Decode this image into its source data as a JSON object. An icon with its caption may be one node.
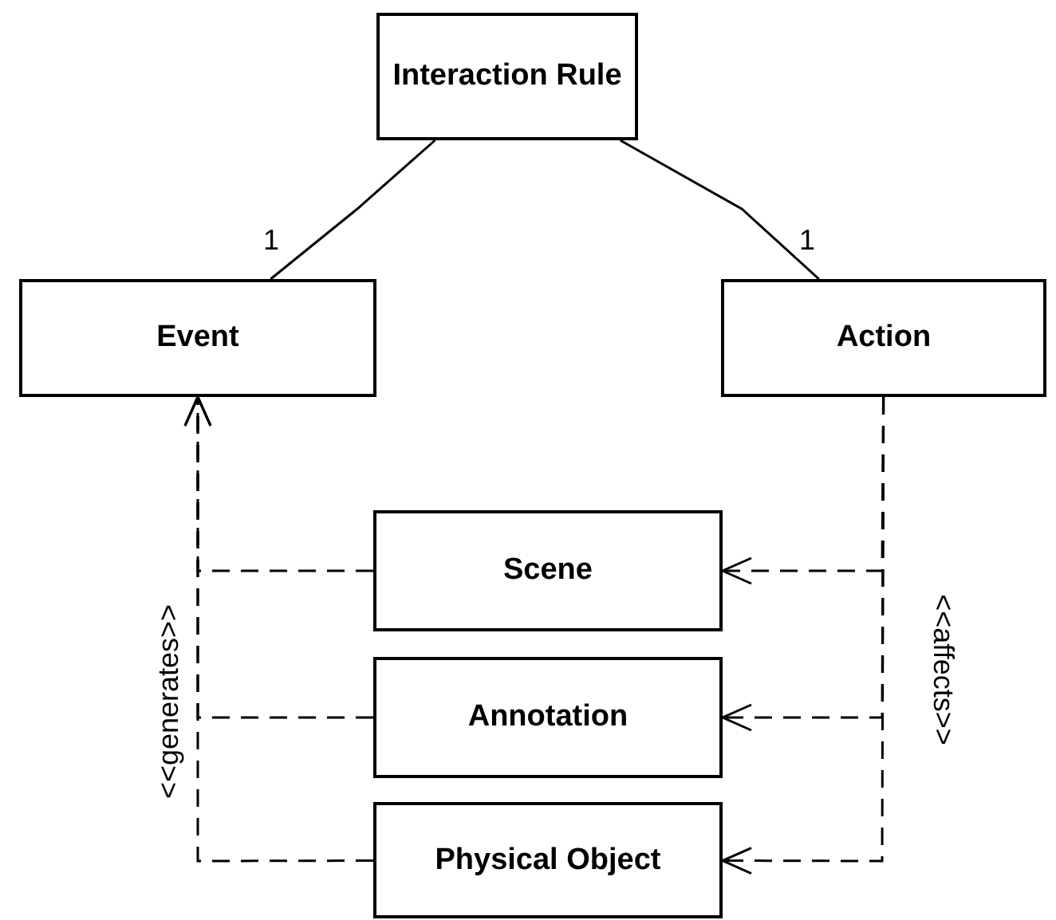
{
  "diagram": {
    "nodes": [
      {
        "text": [
          "Interaction Rule"
        ]
      },
      {
        "text": [
          "Event"
        ]
      },
      {
        "text": [
          "Action"
        ]
      },
      {
        "text": [
          "Scene"
        ]
      },
      {
        "text": [
          "Annotation"
        ]
      },
      {
        "text": [
          "Physical Object"
        ]
      }
    ],
    "edges": [
      {
        "from": 0,
        "to": 1,
        "arrow": "none",
        "label": "1"
      },
      {
        "from": 0,
        "to": 2,
        "arrow": "none",
        "label": "1"
      },
      {
        "from": 3,
        "to": 1,
        "arrow": "to",
        "style": "dashed"
      },
      {
        "from": 4,
        "to": 1,
        "arrow": "to",
        "style": "dashed"
      },
      {
        "from": 5,
        "to": 1,
        "arrow": "to",
        "style": "dashed"
      },
      {
        "from": 2,
        "to": 3,
        "arrow": "to",
        "style": "dashed"
      },
      {
        "from": 2,
        "to": 4,
        "arrow": "to",
        "style": "dashed"
      },
      {
        "from": 2,
        "to": 5,
        "arrow": "to",
        "style": "dashed"
      }
    ],
    "labels": [
      "<<generates>>",
      "<<affects>>"
    ]
  }
}
